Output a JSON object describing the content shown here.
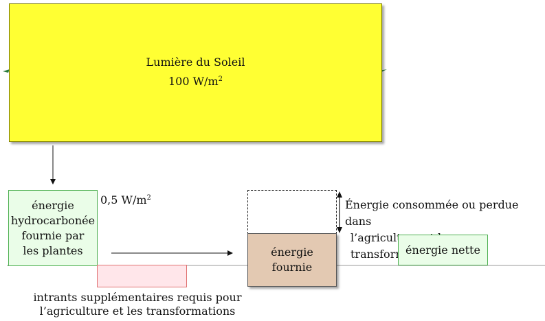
{
  "sunlight": {
    "title": "Lumière du Soleil",
    "value": "100 W/m",
    "exponent": "2"
  },
  "plant_energy": {
    "line1": "énergie",
    "line2": "hydrocarbonée",
    "line3": "fournie par",
    "line4": "les plantes"
  },
  "plant_rate": {
    "value": "0,5 W/m",
    "exponent": "2"
  },
  "inputs": {
    "line1": "intrants supplémentaires requis pour",
    "line2": "l’agriculture et les transformations"
  },
  "supplied": {
    "line1": "énergie",
    "line2": "fournie"
  },
  "consumed": {
    "line1": "Énergie consommée ou perdue dans",
    "line2": "l’agriculture et les transformations"
  },
  "net": {
    "label": "énergie nette"
  },
  "colors": {
    "sun_fill": "#ffff33",
    "green_fill": "#eafde8",
    "green_border": "#4caf50",
    "pink_fill": "#ffe6ea",
    "pink_border": "#e07070",
    "brown_fill": "#e3c9b2"
  }
}
